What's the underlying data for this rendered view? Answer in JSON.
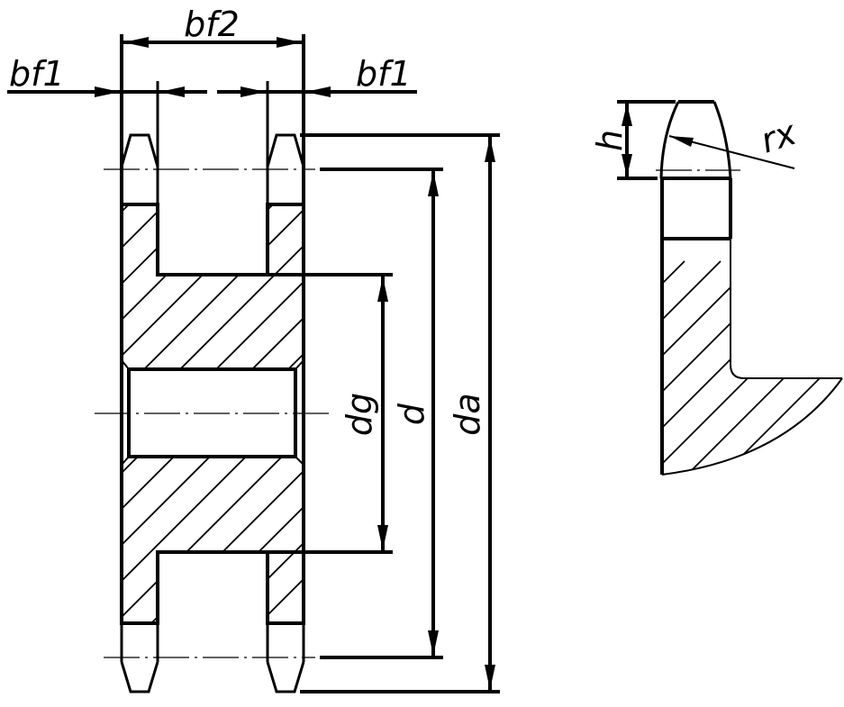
{
  "drawing": {
    "title": "Double sprocket cross-section",
    "labels": {
      "bf2": "bf2",
      "bf1_left": "bf1",
      "bf1_right": "bf1",
      "dg": "dg",
      "d": "d",
      "da": "da",
      "h": "h",
      "rx": "rx"
    },
    "colors": {
      "line": "#000000",
      "background": "#ffffff"
    }
  }
}
